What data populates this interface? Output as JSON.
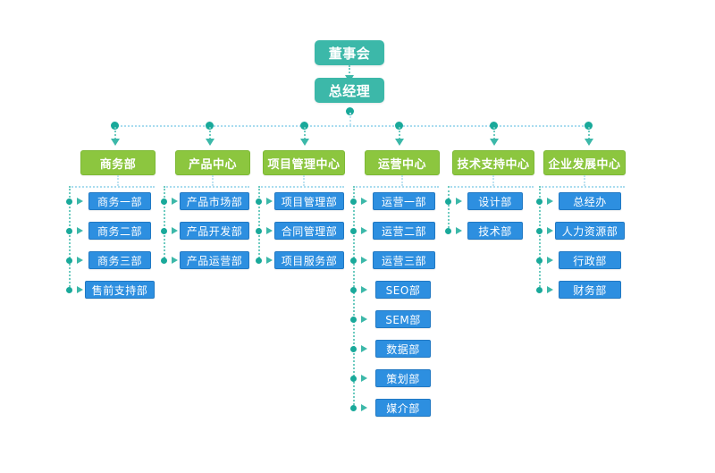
{
  "chart_title": "",
  "colors": {
    "top_level": "#3cb8a9",
    "department": "#8cc63f",
    "sub_department": "#2d8fe0",
    "connector_dot": "#19a99a",
    "connector_line": "#a9dcef",
    "background": "#ffffff"
  },
  "top": {
    "board": "董事会",
    "general_manager": "总经理"
  },
  "departments": [
    {
      "name": "商务部",
      "children": [
        "商务一部",
        "商务二部",
        "商务三部",
        "售前支持部"
      ]
    },
    {
      "name": "产品中心",
      "children": [
        "产品市场部",
        "产品开发部",
        "产品运营部"
      ]
    },
    {
      "name": "项目管理中心",
      "children": [
        "项目管理部",
        "合同管理部",
        "项目服务部"
      ]
    },
    {
      "name": "运营中心",
      "children": [
        "运营一部",
        "运营二部",
        "运营三部",
        "SEO部",
        "SEM部",
        "数据部",
        "策划部",
        "媒介部"
      ]
    },
    {
      "name": "技术支持中心",
      "children": [
        "设计部",
        "技术部"
      ]
    },
    {
      "name": "企业发展中心",
      "children": [
        "总经办",
        "人力资源部",
        "行政部",
        "财务部"
      ]
    }
  ]
}
